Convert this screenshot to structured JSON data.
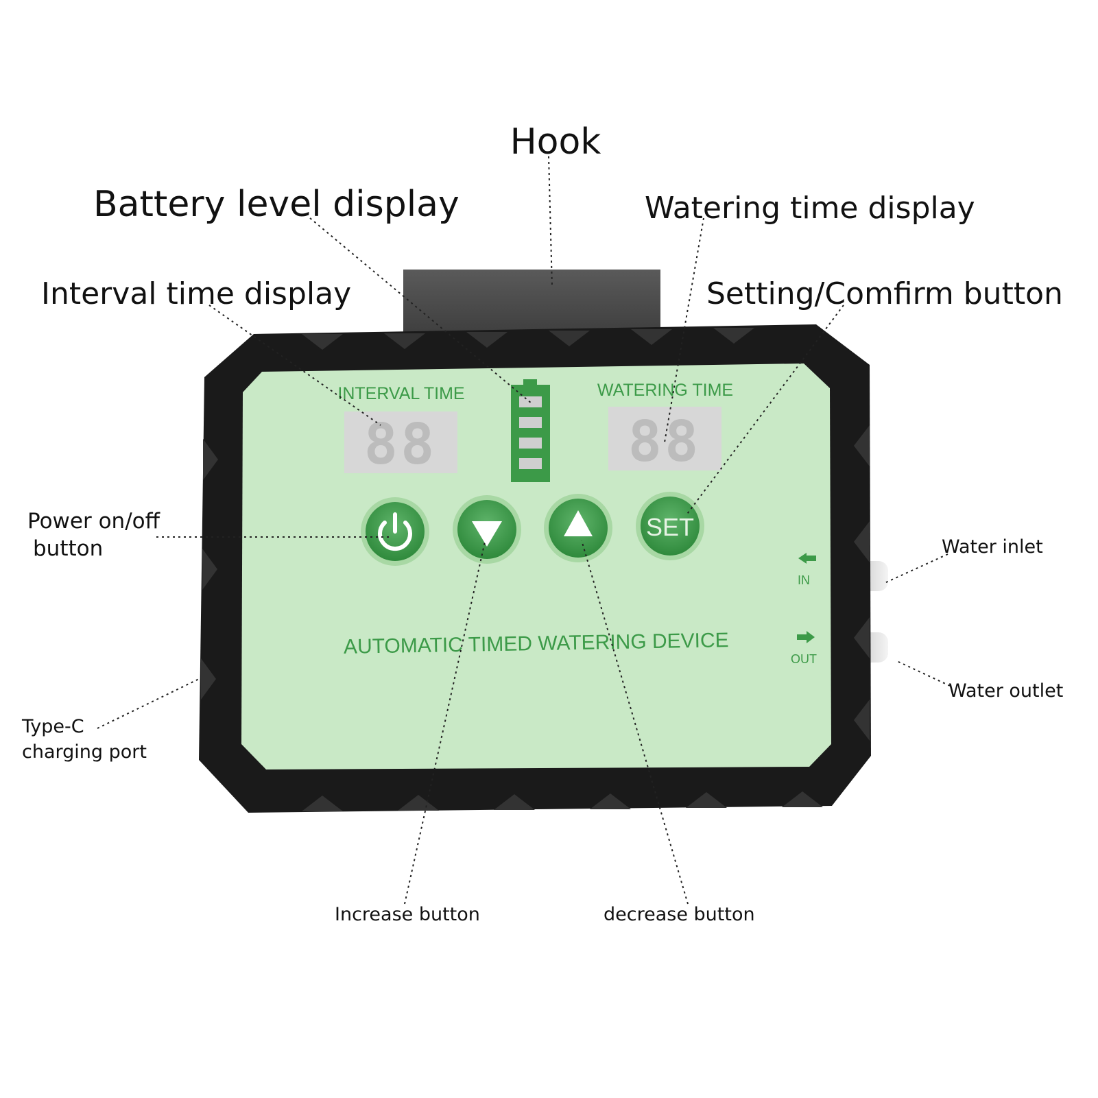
{
  "callouts": {
    "hook": "Hook",
    "battery": "Battery level display",
    "watering": "Watering time display",
    "interval": "Interval time display",
    "setting": "Setting/Comfirm button",
    "power_line1": "Power on/off",
    "power_line2": "button",
    "water_inlet": "Water inlet",
    "water_outlet": "Water outlet",
    "typec_line1": "Type-C",
    "typec_line2": "charging port",
    "increase": "Increase button",
    "decrease": "decrease button"
  },
  "device": {
    "interval_label": "INTERVAL TIME",
    "watering_label": "WATERING TIME",
    "interval_value": "88",
    "watering_value": "88",
    "set_label": "SET",
    "footer": "AUTOMATIC TIMED WATERING DEVICE",
    "in_label": "IN",
    "out_label": "OUT",
    "body_color": "#1a1a1a",
    "panel_color": "#c9e9c6",
    "accent_color": "#3c9a48"
  }
}
